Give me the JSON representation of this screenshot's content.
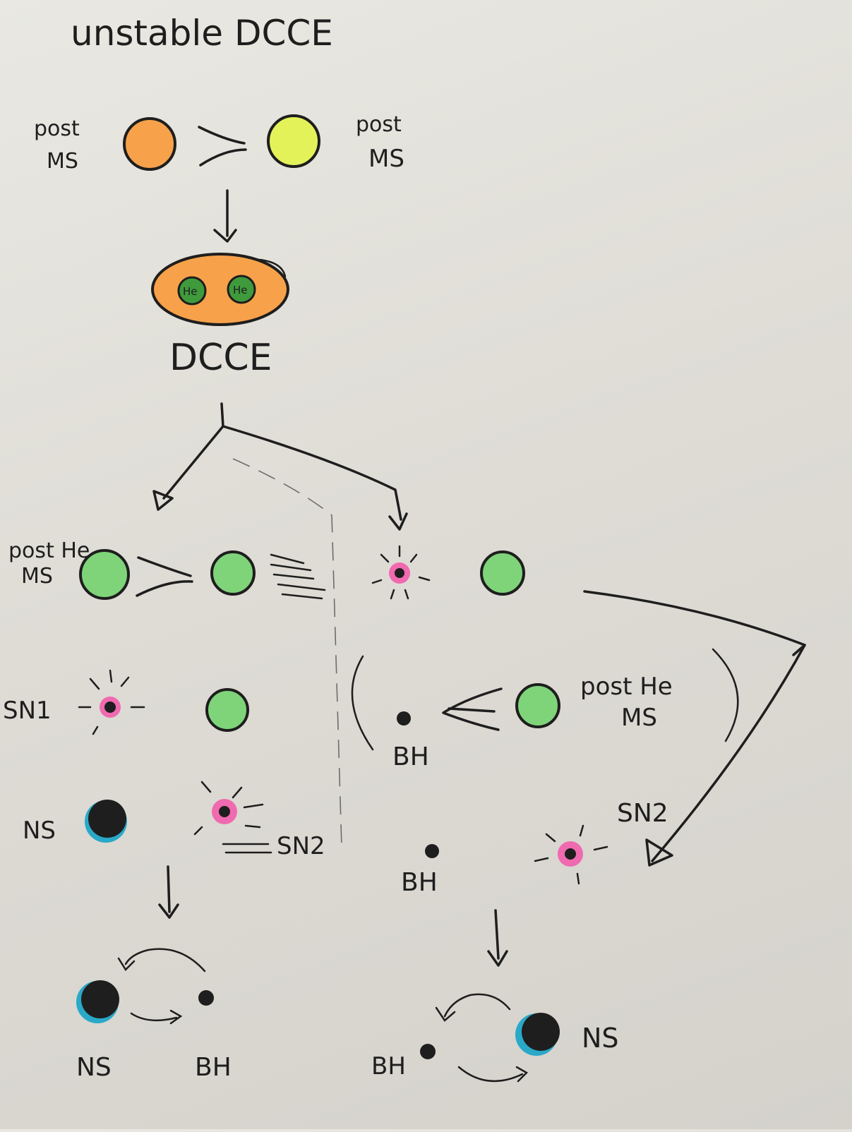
{
  "title": "unstable DCCE",
  "colors": {
    "paper": "#e4e2dc",
    "ink": "#1e1e1e",
    "orange": "#f7a24a",
    "yellow": "#e4f25a",
    "green": "#7fd47a",
    "dark_green": "#3f9a3c",
    "pink": "#f06ab0",
    "teal": "#2aa8c8",
    "black": "#1e1e1e"
  },
  "top": {
    "left_star_label": [
      "post",
      "MS"
    ],
    "right_star_label": [
      "post",
      "MS"
    ],
    "core_label_1": "He",
    "core_label_2": "He",
    "dcce_label": "DCCE"
  },
  "left_branch": {
    "post_he_ms_label": [
      "post He",
      "MS"
    ],
    "sn1_label": "SN1",
    "ns_label": "NS",
    "sn2_label": "SN2",
    "final_ns_label": "NS",
    "final_bh_label": "BH"
  },
  "right_branch": {
    "bh_label": "BH",
    "post_he_ms_label": [
      "post He",
      "MS"
    ],
    "bh_label_2": "BH",
    "sn2_label": "SN2",
    "final_bh_label": "BH",
    "final_ns_label": "NS"
  }
}
